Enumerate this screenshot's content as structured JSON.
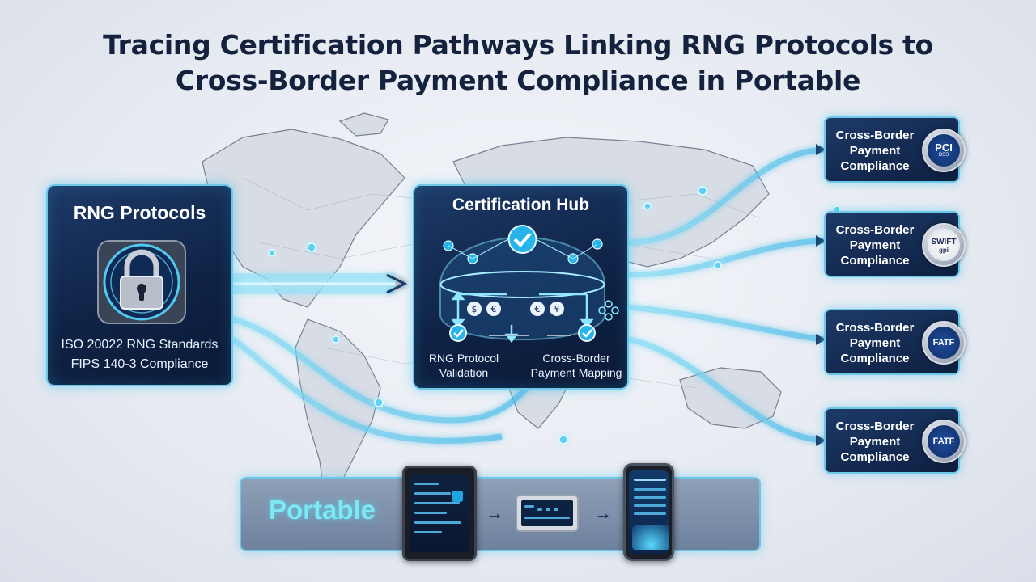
{
  "title": {
    "line1": "Tracing Certification Pathways Linking RNG Protocols to",
    "line2": "Cross-Border Payment Compliance in Portable"
  },
  "rng_panel": {
    "title": "RNG Protocols",
    "icon": "padlock-icon",
    "lines": [
      "ISO 20022 RNG Standards",
      "FIPS 140-3 Compliance"
    ]
  },
  "hub_panel": {
    "title": "Certification Hub",
    "icon": "checkmark-dome-icon",
    "left_caption": [
      "RNG Protocol",
      "Validation"
    ],
    "right_caption": [
      "Cross-Border",
      "Payment Mapping"
    ],
    "symbols": [
      "$",
      "€",
      "€",
      "¥"
    ]
  },
  "outputs": [
    {
      "label": [
        "Cross-Border",
        "Payment",
        "Compliance"
      ],
      "seal": {
        "main": "PCI",
        "sub": "DSS",
        "style": "blue"
      }
    },
    {
      "label": [
        "Cross-Border",
        "Payment",
        "Compliance"
      ],
      "seal": {
        "main": "SWIFT",
        "sub": "gpi",
        "style": "silver"
      }
    },
    {
      "label": [
        "Cross-Border",
        "Payment",
        "Compliance"
      ],
      "seal": {
        "main": "FATF",
        "sub": "",
        "style": "blue"
      }
    },
    {
      "label": [
        "Cross-Border",
        "Payment",
        "Compliance"
      ],
      "seal": {
        "main": "FATF",
        "sub": "",
        "style": "blue"
      }
    }
  ],
  "portable": {
    "label": "Portable",
    "devices": [
      "tablet-icon",
      "payment-terminal-icon",
      "smartphone-icon"
    ]
  },
  "colors": {
    "panel_dark": "#0f2346",
    "glow": "#6fc7e8",
    "title": "#14223d",
    "portable_text": "#7ee8f5"
  }
}
